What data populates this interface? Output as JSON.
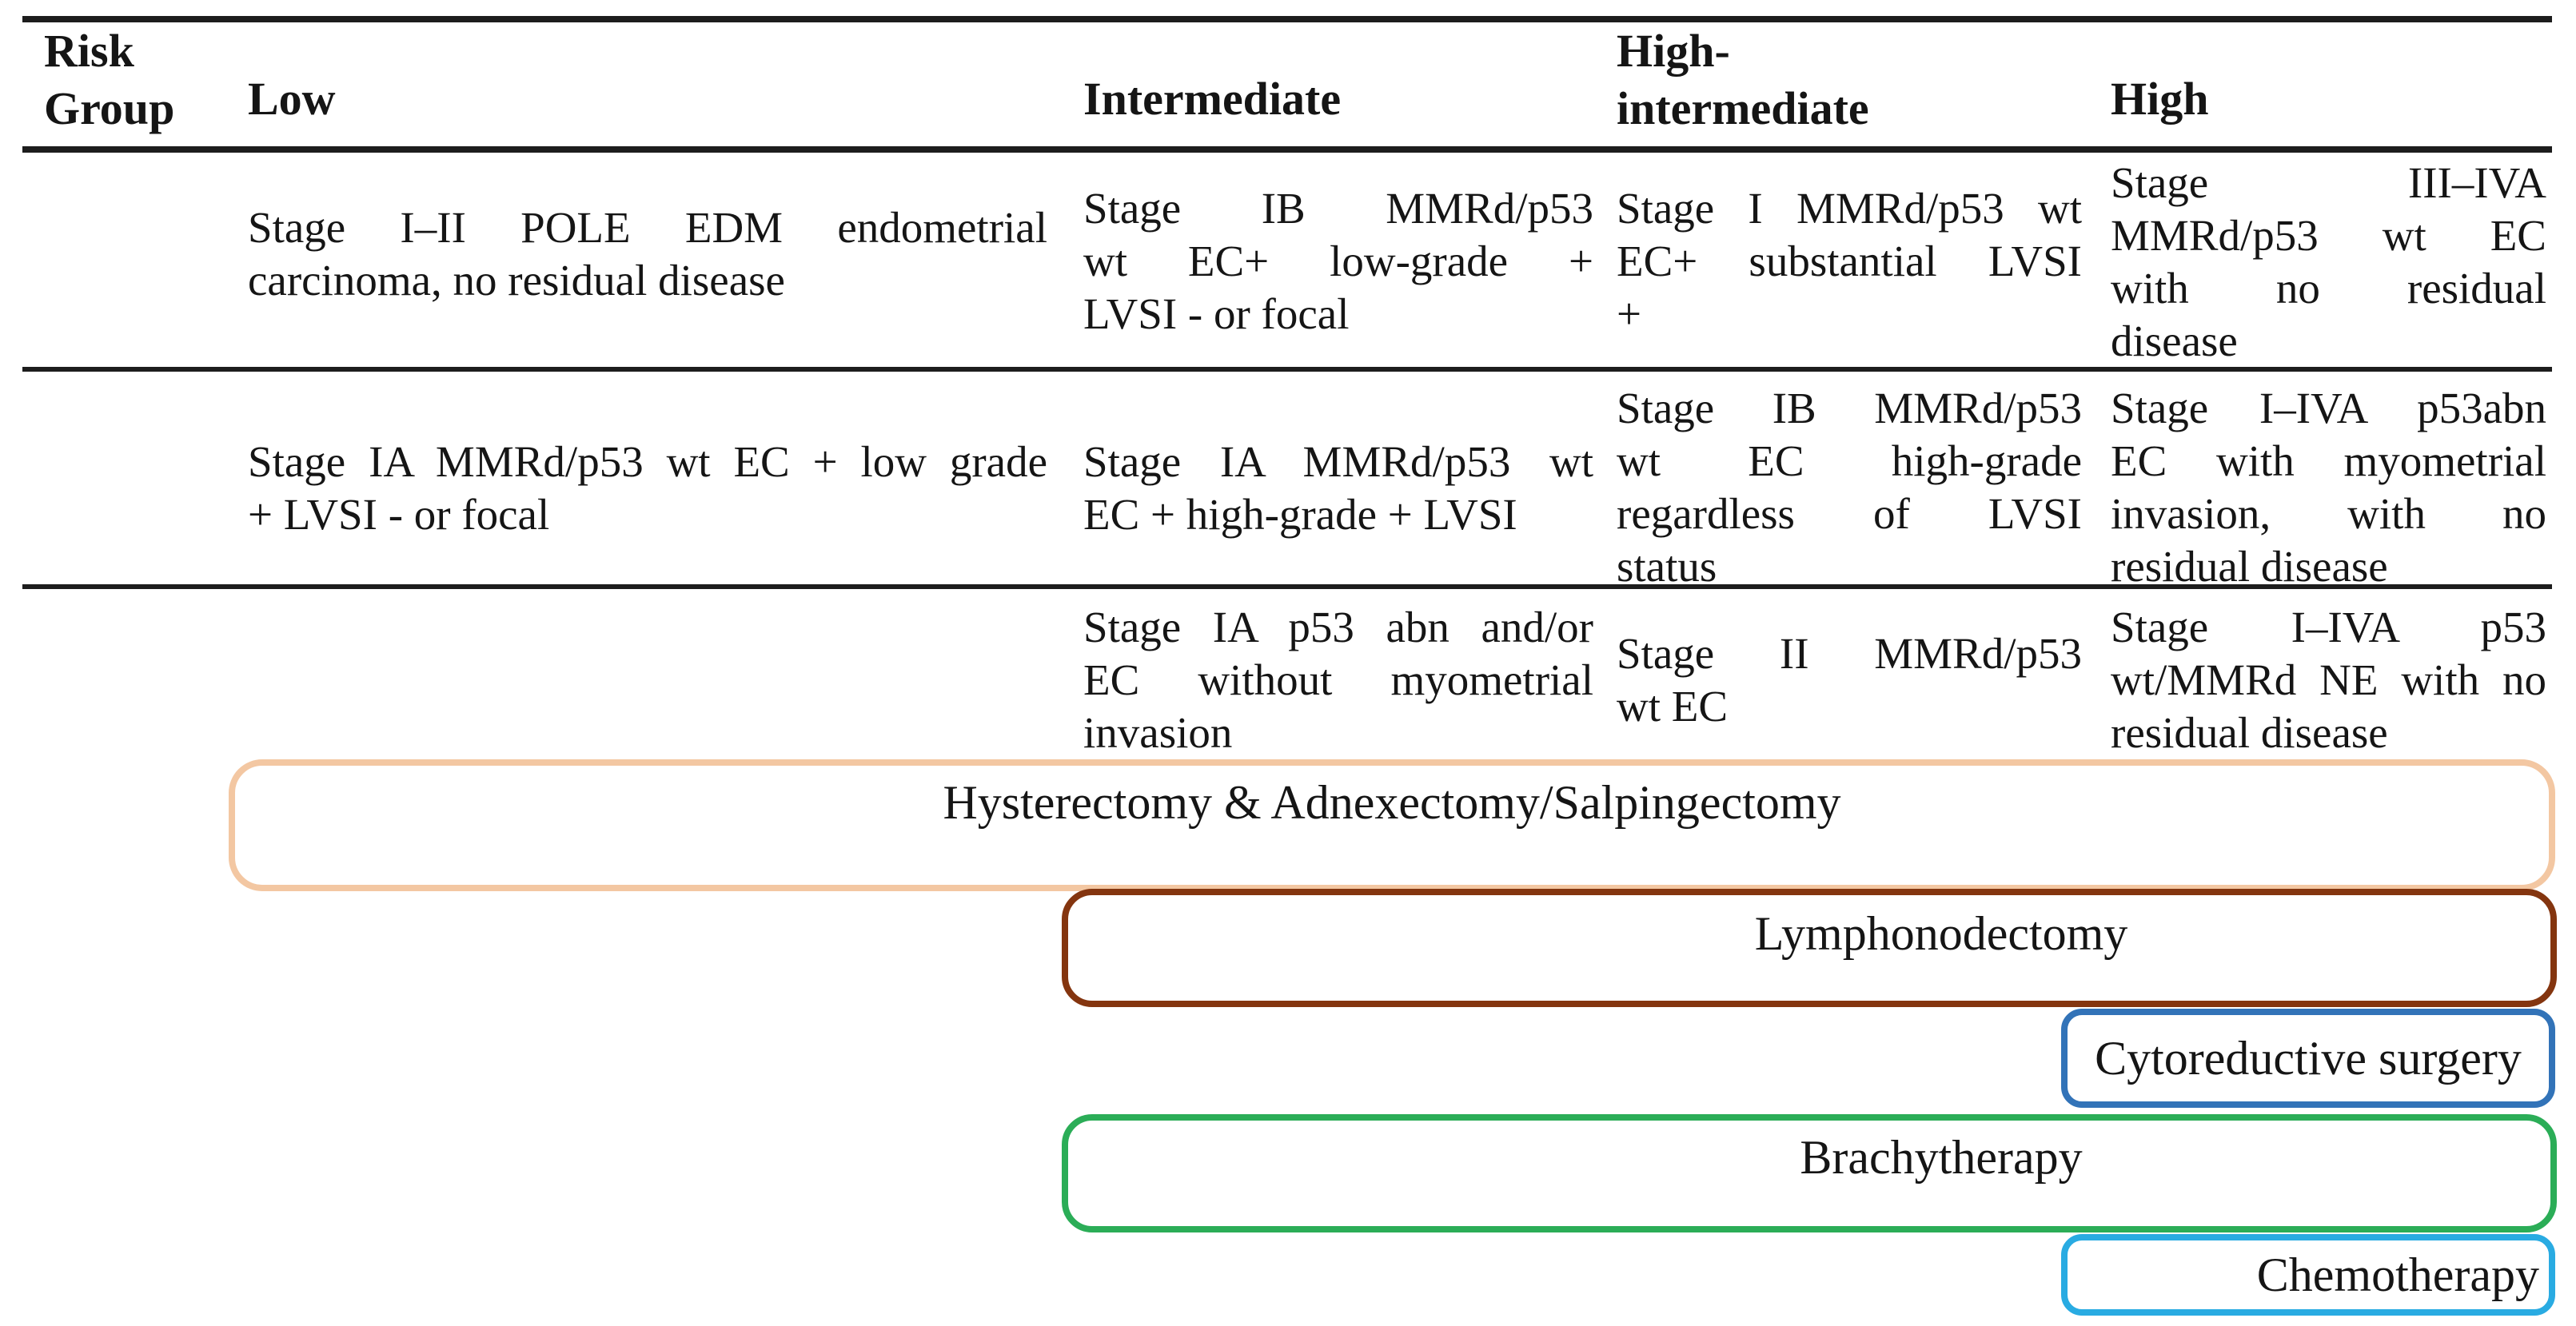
{
  "table": {
    "header": [
      "Risk Group",
      "Low",
      "Intermediate",
      "High-intermediate",
      "High"
    ],
    "rows": [
      {
        "low": [
          "Stage I–II POLE EDM endometrial",
          "carcinoma, no residual disease"
        ],
        "intermediate": [
          "Stage IB MMRd/p53",
          "wt EC+ low-grade +",
          "LVSI - or focal"
        ],
        "high_intermediate": [
          "Stage I MMRd/p53 wt",
          "EC+ substantial LVSI",
          "+"
        ],
        "high": [
          "Stage III–IVA",
          "MMRd/p53 wt EC",
          "with no residual",
          "disease"
        ]
      },
      {
        "low": [
          "Stage IA MMRd/p53 wt EC + low grade",
          "+ LVSI - or focal"
        ],
        "intermediate": [
          "Stage IA MMRd/p53 wt",
          "EC + high-grade + LVSI"
        ],
        "high_intermediate": [
          "Stage IB MMRd/p53",
          "wt EC high-grade",
          "regardless of LVSI",
          "status"
        ],
        "high": [
          "Stage I–IVA p53abn",
          "EC with myometrial",
          "invasion, with no",
          "residual disease"
        ]
      },
      {
        "low": [],
        "intermediate": [
          "Stage IA p53 abn and/or",
          "EC without myometrial",
          "invasion"
        ],
        "high_intermediate": [
          "Stage II MMRd/p53",
          "wt EC"
        ],
        "high": [
          "Stage I–IVA p53",
          "wt/MMRd NE with no",
          "residual disease"
        ]
      }
    ]
  },
  "treatments": [
    {
      "label": "Hysterectomy & Adnexectomy/Salpingectomy",
      "border_color": "#F3C7A2"
    },
    {
      "label": "Lymphonodectomy",
      "border_color": "#84350F"
    },
    {
      "label": "Cytoreductive surgery",
      "border_color": "#3273B8"
    },
    {
      "label": "Brachytherapy",
      "border_color": "#2BAD57"
    },
    {
      "label": "Chemotherapy",
      "border_color": "#29ABE2"
    }
  ],
  "colors": {
    "rule": "#1d1d1d",
    "text": "#151515",
    "background": "#ffffff"
  }
}
